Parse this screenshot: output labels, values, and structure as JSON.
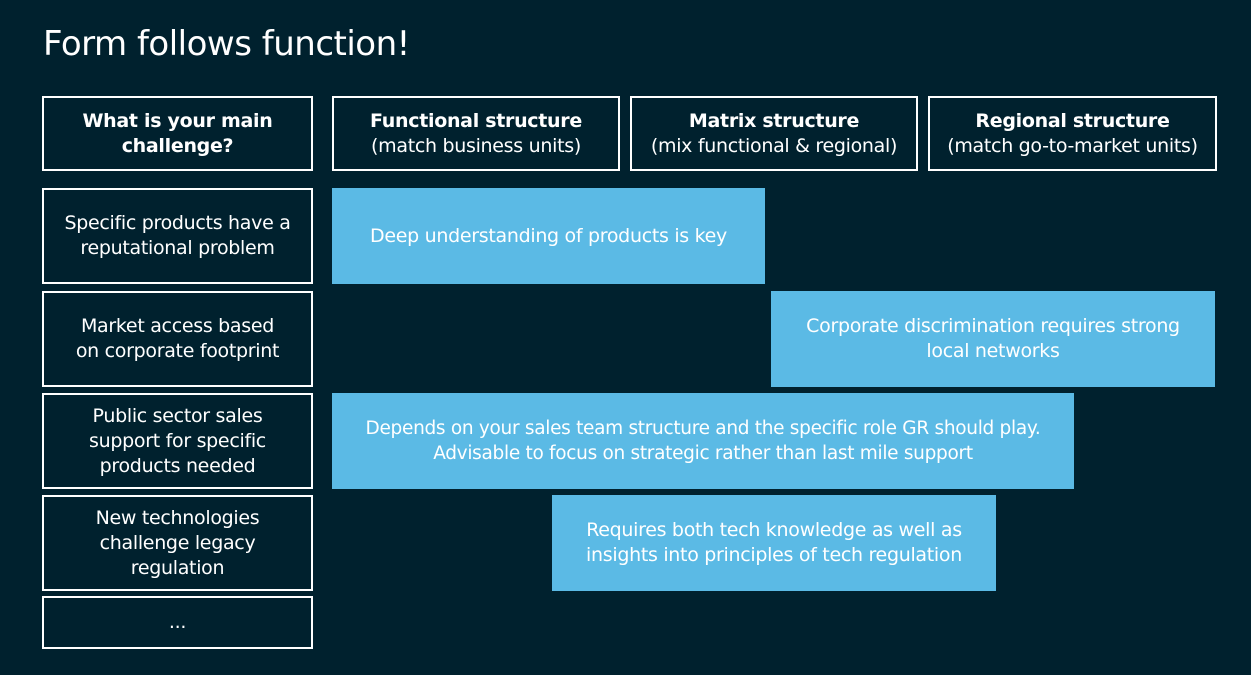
{
  "title": "Form follows function!",
  "headers": {
    "challenge": "What is your main challenge?",
    "functional": {
      "name": "Functional structure",
      "detail": "(match business units)"
    },
    "matrix": {
      "name": "Matrix structure",
      "detail": "(mix functional & regional)"
    },
    "regional": {
      "name": "Regional structure",
      "detail": "(match go-to-market units)"
    }
  },
  "challenges": [
    "Specific products have a reputational problem",
    "Market access based on corporate footprint",
    "Public sector sales support for specific products needed",
    "New technologies challenge legacy regulation",
    "..."
  ],
  "recommendations": [
    {
      "line1": "Deep understanding of products is key",
      "line2": ""
    },
    {
      "line1": "Corporate discrimination requires strong",
      "line2": "local networks"
    },
    {
      "line1": "Depends on your sales team structure and the specific role GR should play.",
      "line2": "Advisable to focus on strategic rather than last mile support"
    },
    {
      "line1": "Requires both tech knowledge as well as",
      "line2": "insights into principles of tech regulation"
    }
  ],
  "colors": {
    "background": "#00212e",
    "bar": "#5bbae5",
    "border": "#ffffff"
  }
}
